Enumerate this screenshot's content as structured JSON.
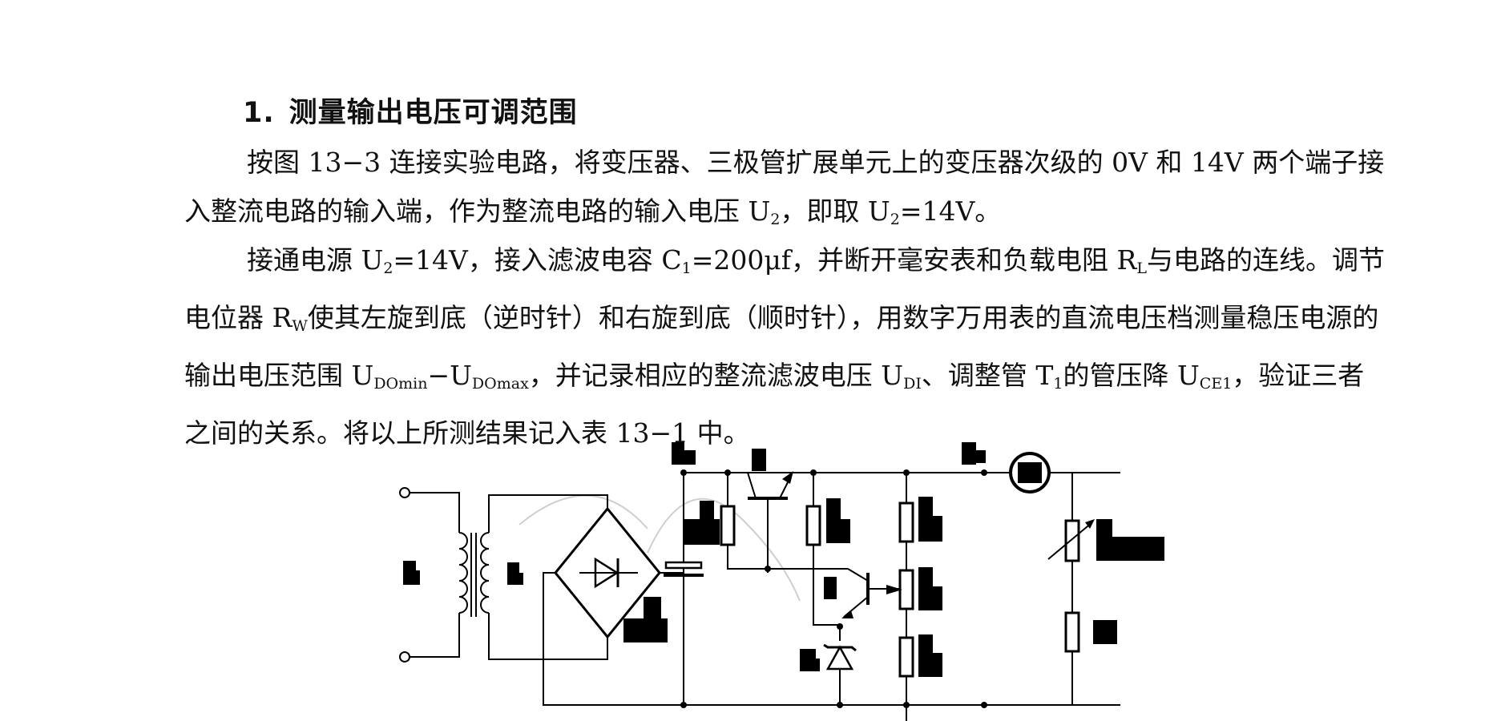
{
  "section": {
    "number": "1.",
    "title": "测量输出电压可调范围"
  },
  "paragraph1": {
    "a": "按图 13−3 连接实验电路，将变压器、三极管扩展单元上的变压器次级的 0V 和 14V 两个端子接入整流电路的输入端，作为整流电路的输入电压 U",
    "sub1": "2",
    "b": "，即取 U",
    "sub2": "2",
    "c": "=14V。"
  },
  "paragraph2": {
    "a": "接通电源 U",
    "sub_u2": "2",
    "b": "=14V，接入滤波电容 C",
    "sub_c1": "1",
    "c": "=200μf，并断开毫安表和负载电阻 R",
    "sub_rl": "L",
    "d": "与电路的连线。调节电位器 R",
    "sub_rw": "W",
    "e": "使其左旋到底（逆时针）和右旋到底（顺时针），用数字万用表的直流电压档测量稳压电源的输出电压范围 U",
    "sub_min": "DOmin",
    "f": "−U",
    "sub_max": "DOmax",
    "g": "，并记录相应的整流滤波电压 U",
    "sub_di": "DI",
    "h": "、调整管 T",
    "sub_t1": "1",
    "i": "的管压降 U",
    "sub_ce1": "CE1",
    "j": "，验证三者之间的关系。将以上所测结果记入表 13−1 中。"
  },
  "figure": {
    "type": "circuit-diagram",
    "label_style": "redacted-black-blocks"
  }
}
